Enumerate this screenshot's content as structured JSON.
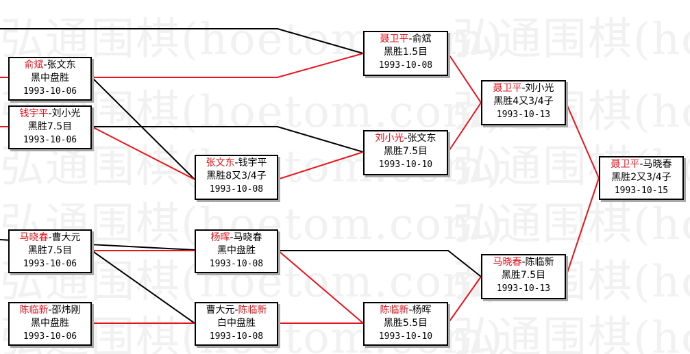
{
  "watermark": {
    "text": "弘通围棋(hoetom.com)"
  },
  "colors": {
    "winner": "#e8131b",
    "win_line": "#e8131b",
    "loss_line": "#000000"
  },
  "matches": [
    {
      "id": "m1",
      "winner": "俞斌",
      "sep": "-",
      "loser": "张文东",
      "result": "黑中盘胜",
      "date": "1993-10-06"
    },
    {
      "id": "m2",
      "winner": "钱宇平",
      "sep": "-",
      "loser": "刘小光",
      "result": "黑胜7.5目",
      "date": "1993-10-06"
    },
    {
      "id": "m3",
      "winner": "马晓春",
      "sep": "-",
      "loser": "曹大元",
      "result": "黑胜7.5目",
      "date": "1993-10-06"
    },
    {
      "id": "m4",
      "winner": "陈临新",
      "sep": "-",
      "loser": "邵炜刚",
      "result": "黑中盘胜",
      "date": "1993-10-06"
    },
    {
      "id": "m5",
      "winner": "张文东",
      "sep": "-",
      "loser": "钱宇平",
      "result": "黑胜8又3/4子",
      "date": "1993-10-08"
    },
    {
      "id": "m6",
      "winner": "杨晖",
      "sep": "-",
      "loser": "马晓春",
      "result": "黑中盘胜",
      "date": "1993-10-08"
    },
    {
      "id": "m7",
      "loser": "曹大元",
      "sep": "-",
      "winner": "陈临新",
      "winner_second": true,
      "result": "白中盘胜",
      "date": "1993-10-08"
    },
    {
      "id": "m8",
      "winner": "聂卫平",
      "sep": "-",
      "loser": "俞斌",
      "result": "黑胜1.5目",
      "date": "1993-10-08"
    },
    {
      "id": "m9",
      "winner": "刘小光",
      "sep": "-",
      "loser": "张文东",
      "result": "黑胜7.5目",
      "date": "1993-10-10"
    },
    {
      "id": "m10",
      "winner": "陈临新",
      "sep": "-",
      "loser": "杨晖",
      "result": "黑胜5.5目",
      "date": "1993-10-10"
    },
    {
      "id": "m11",
      "winner": "聂卫平",
      "sep": "-",
      "loser": "刘小光",
      "result": "黑胜4又3/4子",
      "date": "1993-10-13"
    },
    {
      "id": "m12",
      "winner": "马晓春",
      "sep": "-",
      "loser": "陈临新",
      "result": "黑胜7.5目",
      "date": "1993-10-13"
    },
    {
      "id": "m13",
      "winner": "聂卫平",
      "sep": "-",
      "loser": "马晓春",
      "result": "黑胜2又3/4子",
      "date": "1993-10-15"
    }
  ],
  "connections": [
    {
      "from": "offscreen-top",
      "to": "m8",
      "color": "loss_line"
    },
    {
      "from": "m1",
      "to": "m8",
      "color": "win_line"
    },
    {
      "from": "m1",
      "to": "m5",
      "color": "loss_line"
    },
    {
      "from": "offscreen-left-1",
      "to": "m1",
      "color": "win_line"
    },
    {
      "from": "offscreen-left-2",
      "to": "m2",
      "color": "win_line"
    },
    {
      "from": "m2",
      "to": "m5",
      "color": "win_line"
    },
    {
      "from": "m2",
      "to": "m9",
      "color": "loss_line"
    },
    {
      "from": "m5",
      "to": "m9",
      "color": "win_line"
    },
    {
      "from": "m8",
      "to": "m11",
      "color": "win_line"
    },
    {
      "from": "m9",
      "to": "m11",
      "color": "win_line"
    },
    {
      "from": "m11",
      "to": "m13",
      "color": "win_line"
    },
    {
      "from": "m12",
      "to": "m13",
      "color": "win_line"
    },
    {
      "from": "offscreen-left-3",
      "to": "m6",
      "color": "loss_line"
    },
    {
      "from": "m3",
      "to": "m6",
      "color": "win_line"
    },
    {
      "from": "m3",
      "to": "m7",
      "color": "loss_line"
    },
    {
      "from": "m4",
      "to": "m7",
      "color": "win_line"
    },
    {
      "from": "m6",
      "to": "m12",
      "color": "loss_line"
    },
    {
      "from": "m6",
      "to": "m10",
      "color": "win_line"
    },
    {
      "from": "m7",
      "to": "m10",
      "color": "win_line"
    },
    {
      "from": "m10",
      "to": "m12",
      "color": "win_line"
    }
  ]
}
